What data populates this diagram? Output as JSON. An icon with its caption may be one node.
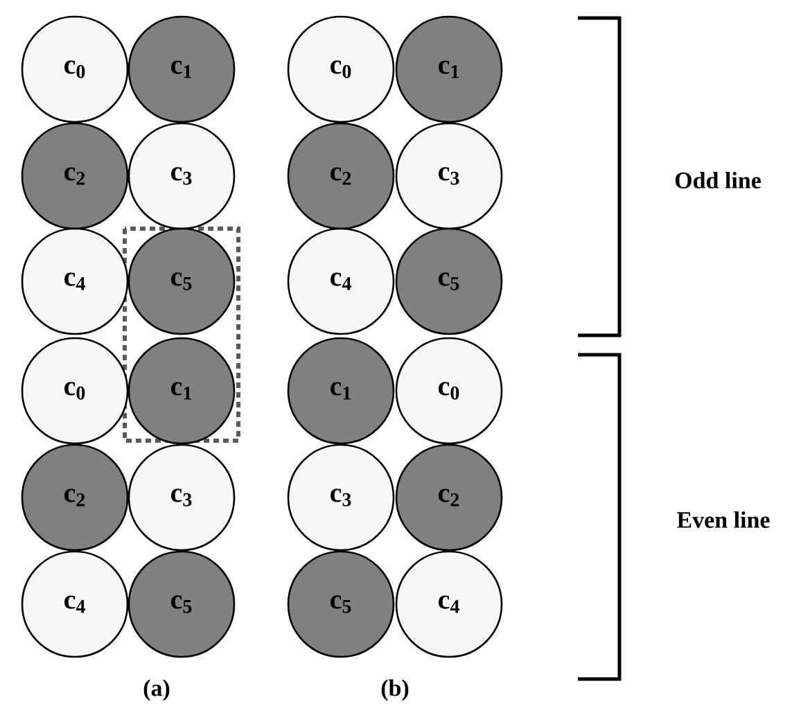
{
  "diagram": {
    "nodes": [
      {
        "text": [
          "c$_{0}$"
        ]
      },
      {
        "text": [
          "c$_{1}$"
        ]
      },
      {
        "text": [
          "c$_{2}$"
        ]
      },
      {
        "text": [
          "c$_{3}$"
        ]
      },
      {
        "text": [
          "c$_{4}$"
        ]
      },
      {
        "text": [
          "c$_{5}$"
        ]
      },
      {
        "text": [
          "c$_{0}$"
        ]
      },
      {
        "text": [
          "c$_{1}$"
        ]
      },
      {
        "text": [
          "c$_{2}$"
        ]
      },
      {
        "text": [
          "c$_{3}$"
        ]
      },
      {
        "text": [
          "c$_{4}$"
        ]
      },
      {
        "text": [
          "c$_{5}$"
        ]
      },
      {
        "text": [
          "c$_{0}$"
        ]
      },
      {
        "text": [
          "c$_{1}$"
        ]
      },
      {
        "text": [
          "c$_{2}$"
        ]
      },
      {
        "text": [
          "c$_{3}$"
        ]
      },
      {
        "text": [
          "c$_{4}$"
        ]
      },
      {
        "text": [
          "c$_{5}$"
        ]
      },
      {
        "text": [
          "c$_{1}$"
        ]
      },
      {
        "text": [
          "c$_{0}$"
        ]
      },
      {
        "text": [
          "c$_{3}$"
        ]
      },
      {
        "text": [
          "c$_{2}$"
        ]
      },
      {
        "text": [
          "c$_{5}$"
        ]
      },
      {
        "text": [
          "c$_{4}$"
        ]
      }
    ],
    "labels": [
      "Odd line",
      "Even line",
      "(a)",
      "(b)"
    ]
  }
}
